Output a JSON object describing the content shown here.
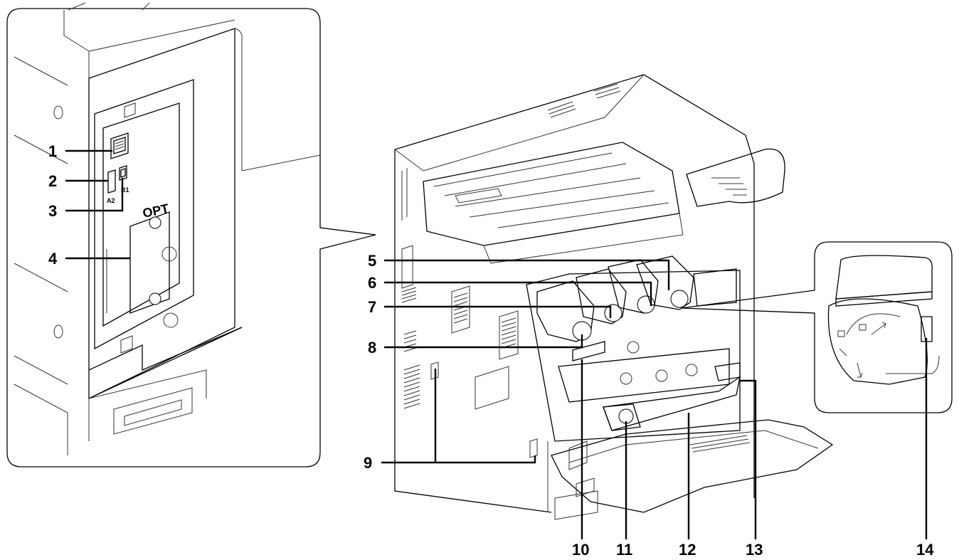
{
  "diagram": {
    "labels": {
      "n1": "1",
      "n2": "2",
      "n3": "3",
      "n4": "4",
      "n5": "5",
      "n6": "6",
      "n7": "7",
      "n8": "8",
      "n9": "9",
      "n10": "10",
      "n11": "11",
      "n12": "12",
      "n13": "13",
      "n14": "14"
    },
    "panel_text": {
      "opt": "OPT",
      "port_a2": "A2",
      "port_b1": "B1"
    }
  }
}
